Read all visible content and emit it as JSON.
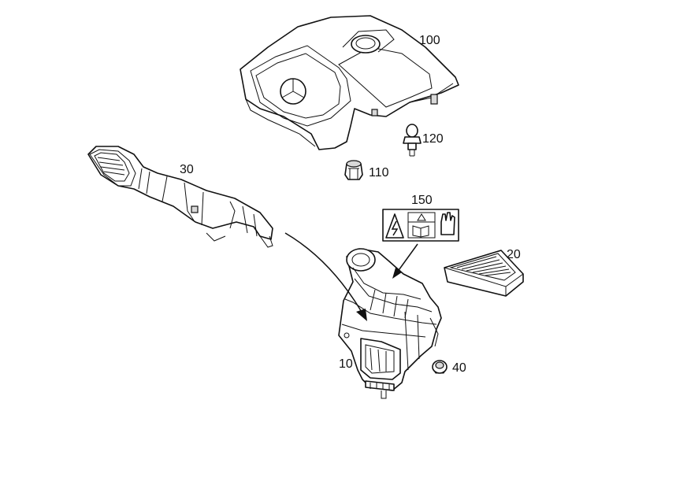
{
  "labels": {
    "engine_cover": "100",
    "bolt": "120",
    "intake_duct": "30",
    "grommet": "110",
    "warning_label": "150",
    "air_filter": "20",
    "air_filter_housing": "10",
    "rubber_mount": "40"
  }
}
